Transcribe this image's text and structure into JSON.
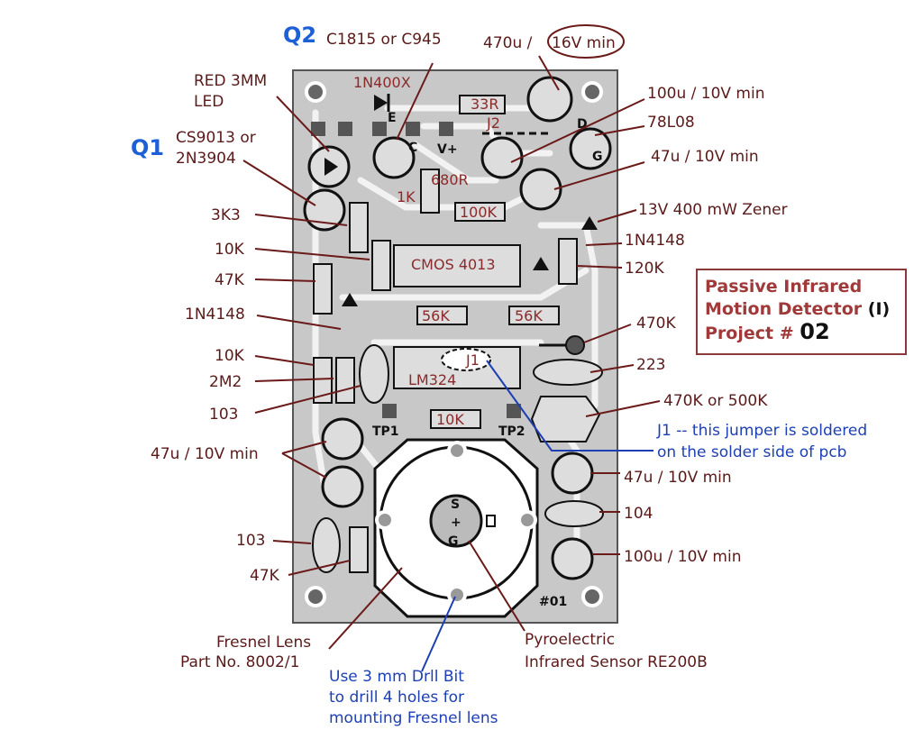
{
  "title": {
    "line1": "Passive Infrared",
    "line2": "Motion Detector",
    "line2_suffix": "(I)",
    "line3": "Project #",
    "number": "02"
  },
  "transistors": {
    "q1": "Q1",
    "q1_part1": "CS9013 or",
    "q1_part2": "2N3904",
    "q2": "Q2",
    "q2_part": "C1815 or C945"
  },
  "left_labels": {
    "led1": "RED 3MM",
    "led2": "LED",
    "r_3k3": "3K3",
    "r_10k_a": "10K",
    "r_47k": "47K",
    "d_1n4148": "1N4148",
    "r_10k_b": "10K",
    "r_2m2": "2M2",
    "c_103_a": "103",
    "c_47u": "47u / 10V min",
    "c_103_b": "103",
    "r_47k_b": "47K",
    "fresnel1": "Fresnel Lens",
    "fresnel2": "Part No. 8002/1"
  },
  "right_labels": {
    "c_470u": "470u /",
    "c_470u_v": "16V min",
    "c_100u_a": "100u / 10V min",
    "reg": "78L08",
    "c_47u_a": "47u / 10V min",
    "zener": "13V 400 mW Zener",
    "d_1n4148": "1N4148",
    "r_120k": "120K",
    "r_470k": "470K",
    "c_223": "223",
    "pot": "470K or 500K",
    "j1_note1": "J1  -- this jumper is soldered",
    "j1_note2": "on the solder side of pcb",
    "c_47u_b": "47u / 10V min",
    "c_104": "104",
    "c_100u_b": "100u / 10V min"
  },
  "bottom_labels": {
    "drill1": "Use 3 mm Drll Bit",
    "drill2": "to drill 4 holes for",
    "drill3": "mounting Fresnel lens",
    "sensor1": "Pyroelectric",
    "sensor2": "Infrared Sensor  RE200B"
  },
  "pcb": {
    "d_1n400x": "1N400X",
    "r_33r": "33R",
    "j2": "J2",
    "r_680r": "680R",
    "r_1k": "1K",
    "r_100k": "100K",
    "ic_4013": "CMOS 4013",
    "r_56k_a": "56K",
    "r_56k_b": "56K",
    "j1": "J1",
    "ic_lm324": "LM324",
    "r_10k": "10K",
    "tp1": "TP1",
    "tp2": "TP2",
    "silk_e": "E",
    "silk_c": "C",
    "silk_v": "V+",
    "silk_d": "D",
    "silk_g": "G",
    "silk_s": "S",
    "silk_sg": "G",
    "silk_id": "#01"
  }
}
